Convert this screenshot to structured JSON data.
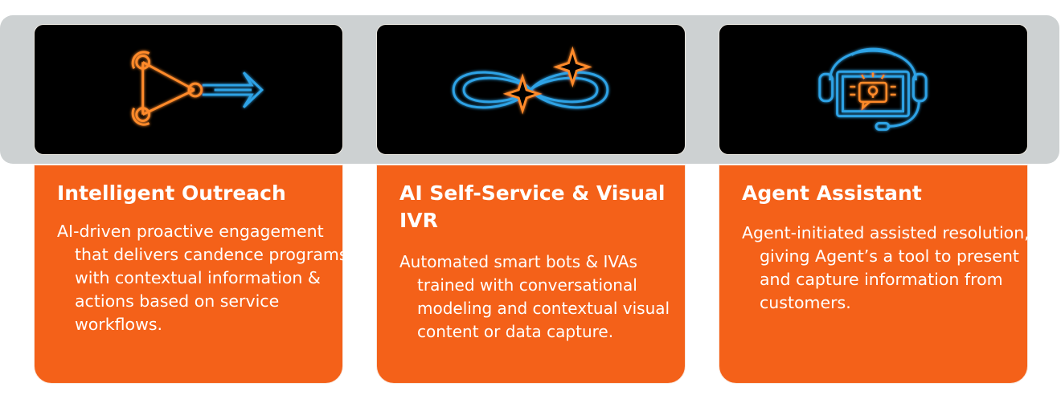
{
  "colors": {
    "orange": "#f46119",
    "neon_orange": "#ff8a2a",
    "neon_blue": "#2ea3e6",
    "band": "#cdd1d2"
  },
  "cards": [
    {
      "title": "Intelligent Outreach",
      "description": "AI-driven proactive engagement that delivers candence programs with contextual information & actions based on service workflows.",
      "icon": "triangle-network-arrow-icon"
    },
    {
      "title": "AI Self-Service & Visual IVR",
      "description": "Automated smart bots & IVAs trained with conversational modeling and contextual visual content or data capture.",
      "icon": "infinity-sparkle-icon"
    },
    {
      "title": "Agent Assistant",
      "description": "Agent-initiated assisted resolution, giving Agent’s a tool to present and capture information from customers.",
      "icon": "headset-screen-idea-icon"
    }
  ]
}
